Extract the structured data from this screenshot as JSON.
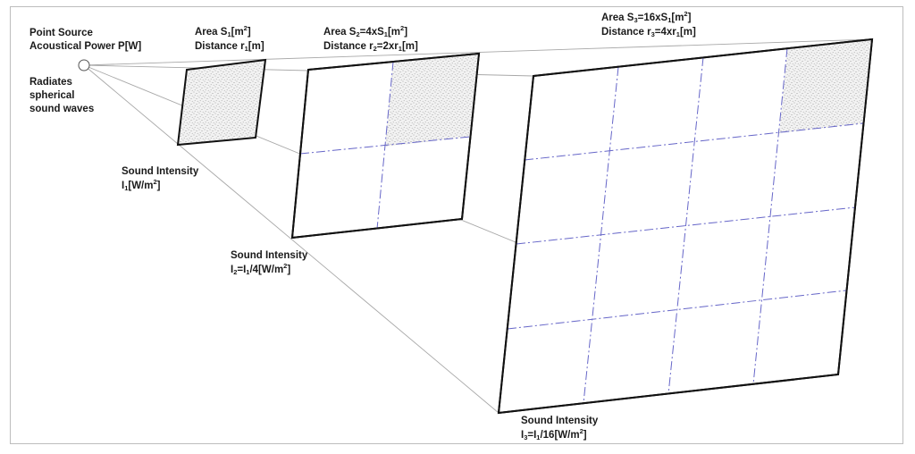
{
  "source": {
    "line1": "Point Source",
    "line2": "Acoustical Power P[W]",
    "radiates1": "Radiates",
    "radiates2": "spherical",
    "radiates3": "sound waves"
  },
  "area1": {
    "area_prefix": "Area S",
    "area_sub": "1",
    "area_unit_open": "[m",
    "area_unit_sup": "2",
    "area_unit_close": "]",
    "dist_prefix": "Distance r",
    "dist_sub": "1",
    "dist_unit": "[m]"
  },
  "area2": {
    "area_prefix": "Area S",
    "area_sub": "2",
    "area_mid": "=4xS",
    "area_mid_sub": "1",
    "area_unit_open": "[m",
    "area_unit_sup": "2",
    "area_unit_close": "]",
    "dist_prefix": "Distance r",
    "dist_sub": "2",
    "dist_mid": "=2xr",
    "dist_mid_sub": "1",
    "dist_unit": "[m]"
  },
  "area3": {
    "area_prefix": "Area S",
    "area_sub": "3",
    "area_mid": "=16xS",
    "area_mid_sub": "1",
    "area_unit_open": "[m",
    "area_unit_sup": "2",
    "area_unit_close": "]",
    "dist_prefix": "Distance r",
    "dist_sub": "3",
    "dist_mid": "=4xr",
    "dist_mid_sub": "1",
    "dist_unit": "[m]"
  },
  "intensity1": {
    "title": "Sound Intensity",
    "prefix": "I",
    "sub": "1",
    "unit_open": "[W/m",
    "unit_sup": "2",
    "unit_close": "]"
  },
  "intensity2": {
    "title": "Sound Intensity",
    "prefix": "I",
    "sub": "2",
    "mid": "=I",
    "mid_sub": "1",
    "mid_rest": "/4[W/m",
    "unit_sup": "2",
    "unit_close": "]"
  },
  "intensity3": {
    "title": "Sound Intensity",
    "prefix": "I",
    "sub": "3",
    "mid": "=I",
    "mid_sub": "1",
    "mid_rest": "/16[W/m",
    "unit_sup": "2",
    "unit_close": "]"
  },
  "colors": {
    "panel_stroke": "#111111",
    "grid_lines": "#6666c8",
    "rays": "#a8a8a8",
    "stipple": "#9a9a9a"
  }
}
